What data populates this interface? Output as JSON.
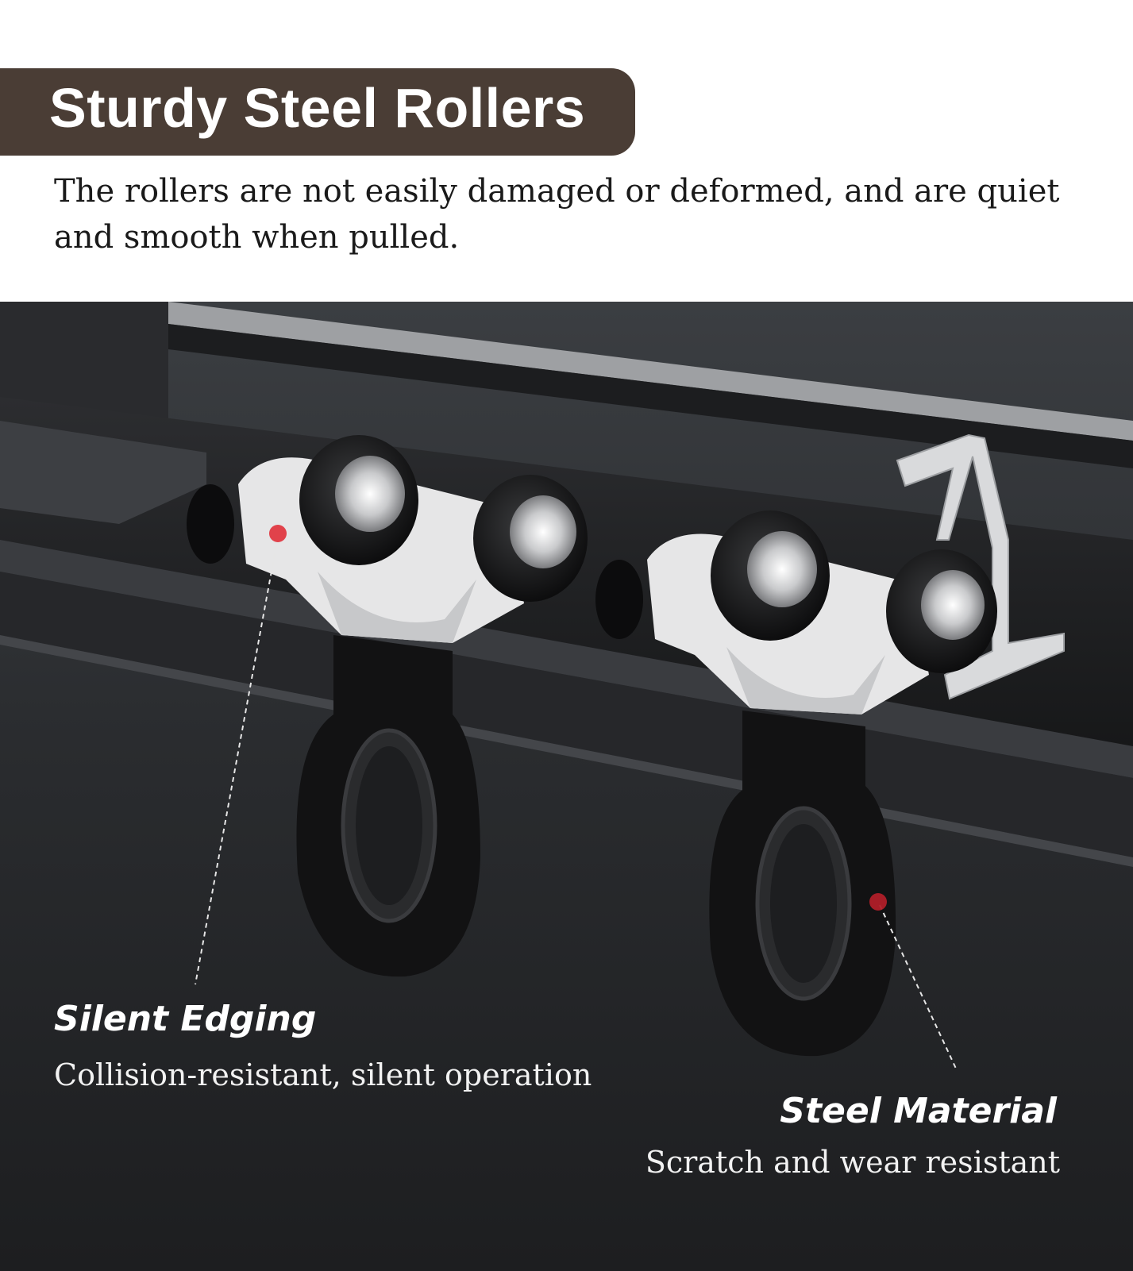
{
  "header": {
    "title": "Sturdy Steel Rollers",
    "description": "The rollers are not easily damaged or deformed, and are quiet and smooth when pulled."
  },
  "callouts": [
    {
      "title": "Silent Edging",
      "description": "Collision-resistant, silent operation"
    },
    {
      "title": "Steel Material",
      "description": "Scratch and wear resistant"
    }
  ],
  "colors": {
    "title_band": "#4a3d35",
    "marker": "#e0303a",
    "photo_background": "#2a2c2f"
  }
}
